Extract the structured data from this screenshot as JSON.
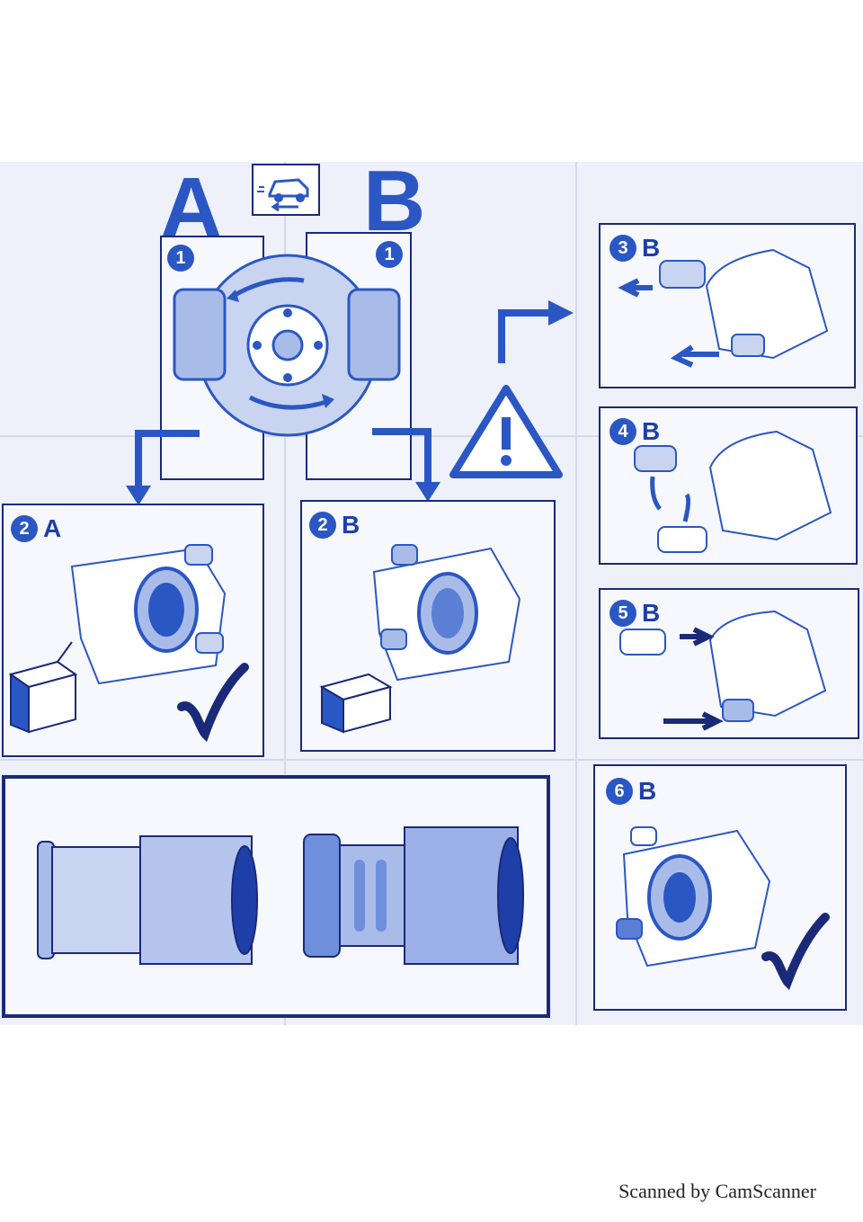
{
  "header": {
    "letter_a": "A",
    "letter_b": "B"
  },
  "steps": {
    "a1": {
      "number": "1"
    },
    "b1": {
      "number": "1"
    },
    "a2": {
      "number": "2",
      "label": "A"
    },
    "b2": {
      "number": "2",
      "label": "B"
    },
    "b3": {
      "number": "3",
      "label": "B"
    },
    "b4": {
      "number": "4",
      "label": "B"
    },
    "b5": {
      "number": "5",
      "label": "B"
    },
    "b6": {
      "number": "6",
      "label": "B"
    }
  },
  "footer": {
    "scanner_text": "Scanned by CamScanner"
  },
  "colors": {
    "brand_blue": "#2b57c4",
    "dark_blue": "#1a2a78",
    "light_blue": "#a9bce9"
  }
}
